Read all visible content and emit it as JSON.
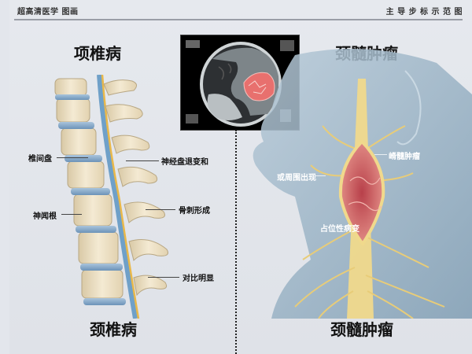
{
  "header": {
    "left_text": "超高清医学 图画",
    "right_text": "主 导 步 标 示 范 图"
  },
  "left_panel": {
    "title_top": "项椎病",
    "title_bottom": "颈椎病",
    "labels": {
      "disc": "椎间盘",
      "nerve_root": "神闻根",
      "nerve_degeneration": "神经盘退变和",
      "bone_spur": "骨刺形成",
      "contrast": "对比明显"
    }
  },
  "right_panel": {
    "title_top": "颈髓肿瘤",
    "title_bottom": "颈髓肿瘤",
    "labels": {
      "top_right": "嵴髓肿瘤",
      "left": "或周围出现",
      "bottom": "占位性病变"
    }
  },
  "ct_scan": {
    "description": "axial CT scan with highlighted lesion",
    "lesion_color": "#e8706e"
  },
  "colors": {
    "background": "#e3e6ec",
    "bone": "#efe3c8",
    "disc": "#7fa6c9",
    "nerve": "#e9c46a",
    "neck_silhouette": "#8fa9bd",
    "tumor": "#d2605c"
  }
}
